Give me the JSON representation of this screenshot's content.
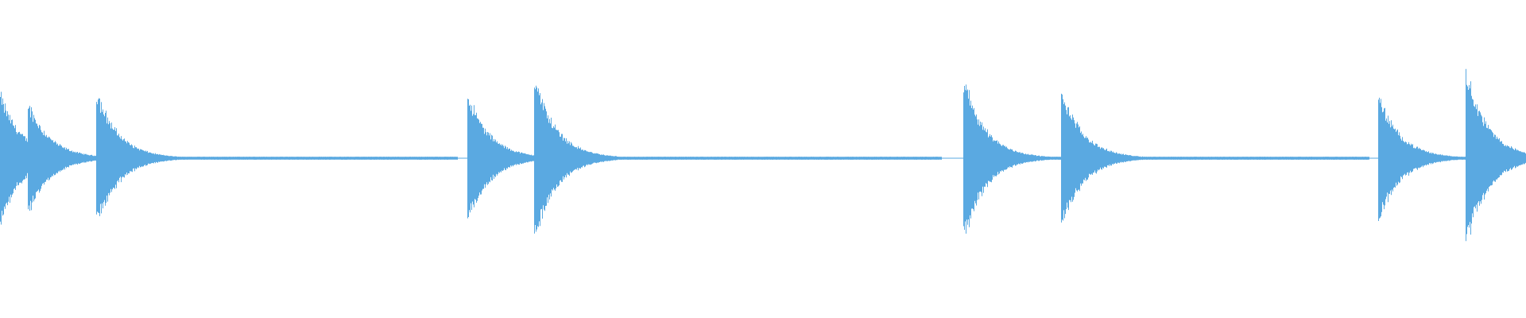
{
  "colors": {
    "background": "#ffffff",
    "waveform": "#5aa9e1"
  },
  "waveform": {
    "duration_seconds": 1.0,
    "baseline_amplitude": 0.0,
    "hits": [
      {
        "time": 0.0,
        "peak": 0.56
      },
      {
        "time": 0.018,
        "peak": 0.5
      },
      {
        "time": 0.063,
        "peak": 0.6
      },
      {
        "time": 0.306,
        "peak": 0.58
      },
      {
        "time": 0.35,
        "peak": 0.72
      },
      {
        "time": 0.631,
        "peak": 0.72
      },
      {
        "time": 0.695,
        "peak": 0.62
      },
      {
        "time": 0.903,
        "peak": 0.56
      },
      {
        "time": 0.96,
        "peak": 0.8
      }
    ],
    "segment_ends": [
      0.3,
      0.617,
      0.897,
      1.0
    ]
  }
}
